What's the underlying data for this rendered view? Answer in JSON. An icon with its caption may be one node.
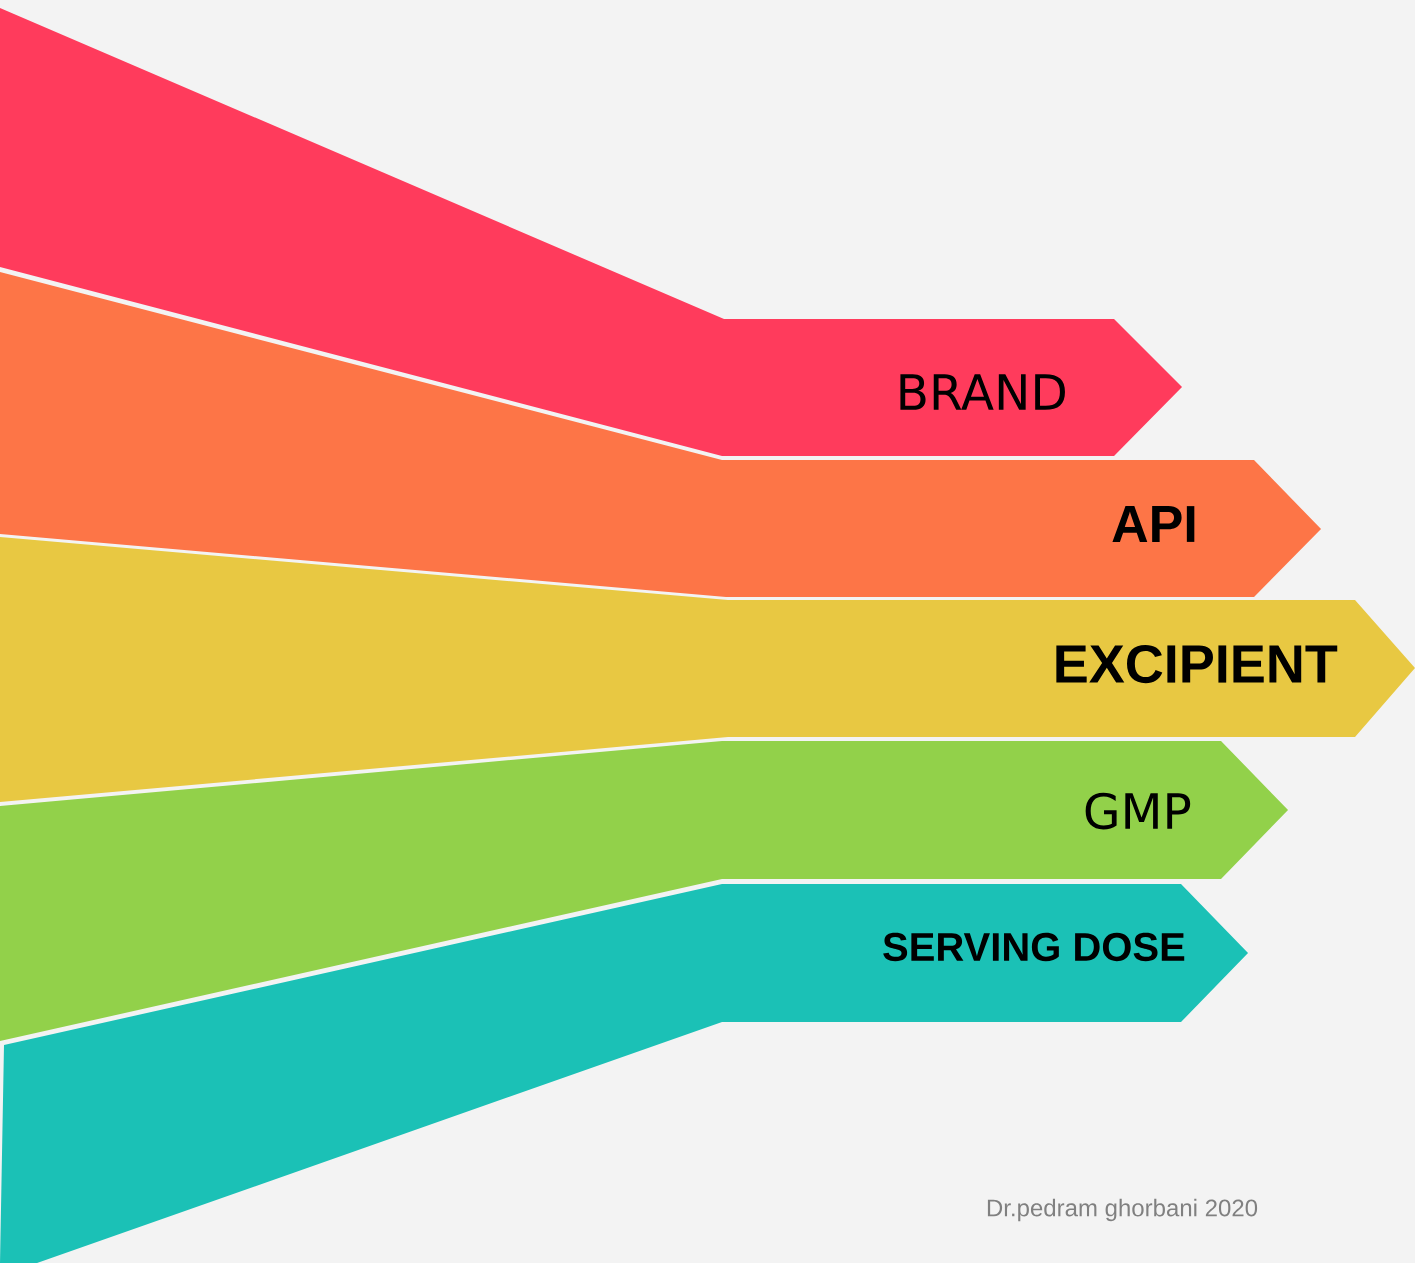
{
  "diagram": {
    "nodes": [
      {
        "text": [
          "BRAND"
        ]
      },
      {
        "text": [
          "API"
        ]
      },
      {
        "text": [
          "EXCIPIENT"
        ]
      },
      {
        "text": [
          "GMP"
        ]
      },
      {
        "text": [
          "SERVING DOSE"
        ]
      }
    ],
    "labels": [
      "Dr.pedram ghorbani 2020"
    ]
  }
}
